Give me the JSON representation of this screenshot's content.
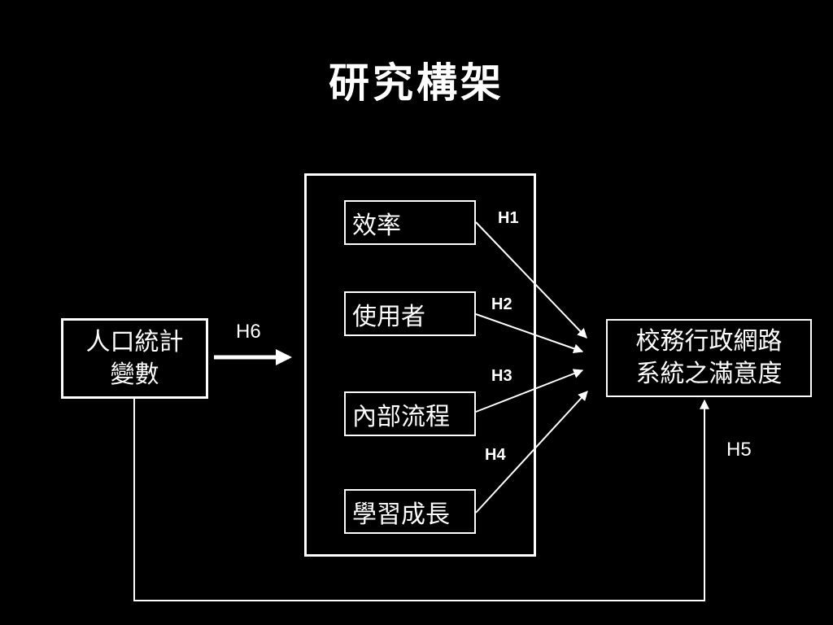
{
  "title": "研究構架",
  "demographics": {
    "line1": "人口統計",
    "line2": "變數"
  },
  "dimensions": [
    "效率",
    "使用者",
    "內部流程",
    "學習成長"
  ],
  "satisfaction": {
    "line1": "校務行政網路",
    "line2": "系統之滿意度"
  },
  "hypotheses": {
    "h1": "H1",
    "h2": "H2",
    "h3": "H3",
    "h4": "H4",
    "h5": "H5",
    "h6": "H6"
  }
}
